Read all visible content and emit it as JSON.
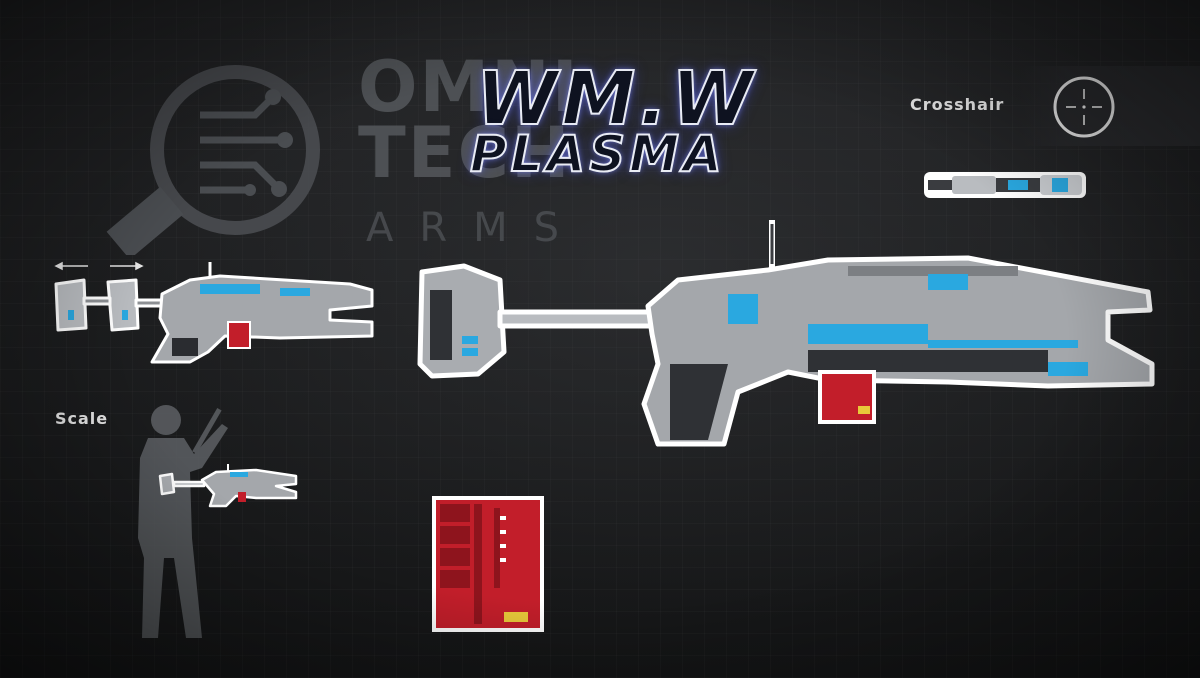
{
  "brand": {
    "line1": "OMNI",
    "line2": "TECH",
    "line3": "ARMS"
  },
  "title": {
    "line1": "WM.W",
    "line2": "PLASMA"
  },
  "labels": {
    "crosshair": "Crosshair",
    "scale": "Scale"
  },
  "colors": {
    "accent_blue": "#2aa8e0",
    "magazine_red": "#c21e2a",
    "gun_metal": "#b9bcc0",
    "title_glow": "#6a74ff"
  },
  "icons": {
    "crosshair": "crosshair-icon",
    "extend_arrows": "double-arrow-icon",
    "soldier": "soldier-silhouette-icon"
  }
}
